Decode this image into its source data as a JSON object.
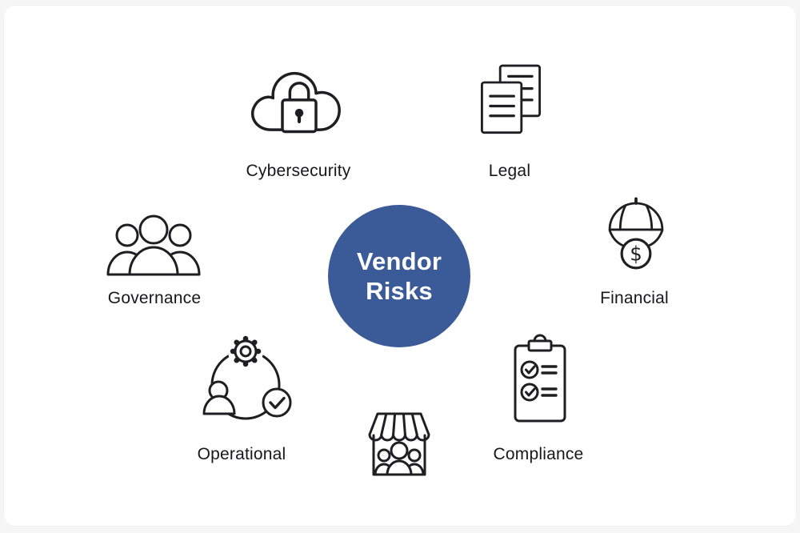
{
  "center": {
    "label": "Vendor Risks",
    "lines": [
      "Vendor",
      "Risks"
    ],
    "circle_color": "#3b5b98",
    "text_color": "#ffffff"
  },
  "nodes": [
    {
      "id": "cybersecurity",
      "label": "Cybersecurity",
      "icon": "cloud-lock-icon"
    },
    {
      "id": "legal",
      "label": "Legal",
      "icon": "documents-icon"
    },
    {
      "id": "financial",
      "label": "Financial",
      "icon": "umbrella-dollar-icon"
    },
    {
      "id": "governance",
      "label": "Governance",
      "icon": "people-group-icon"
    },
    {
      "id": "operational",
      "label": "Operational",
      "icon": "gear-person-check-icon"
    },
    {
      "id": "compliance",
      "label": "Compliance",
      "icon": "checklist-clipboard-icon"
    },
    {
      "id": "marketplace",
      "label": "",
      "icon": "storefront-icon"
    }
  ],
  "icons": {
    "dollar_glyph": "$"
  },
  "colors": {
    "background": "#ffffff",
    "page_edge": "#f6f6f7",
    "icon_stroke": "#1f1f23",
    "label_text": "#17171c"
  }
}
